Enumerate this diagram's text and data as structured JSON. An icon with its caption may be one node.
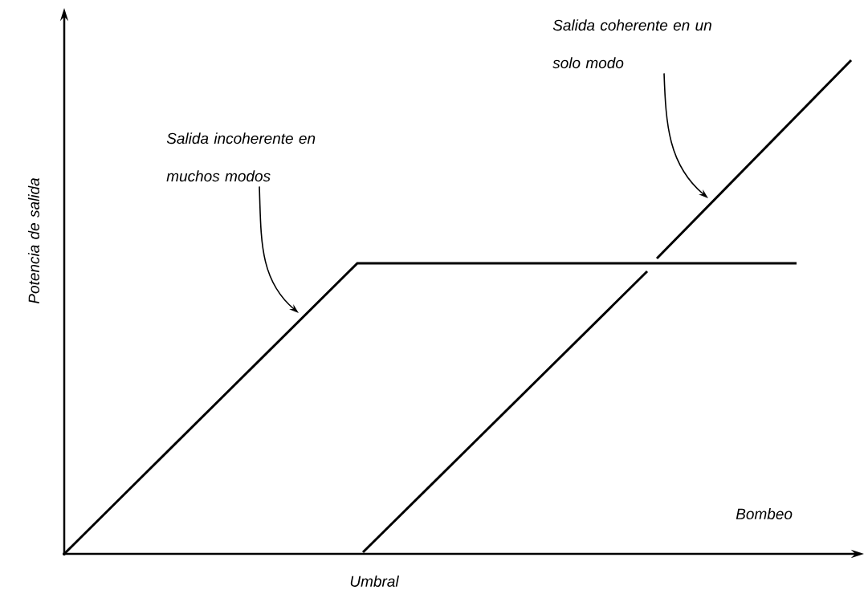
{
  "diagram": {
    "nodes": [
      {
        "text": [
          "Salida incoherente en muchos modos"
        ]
      },
      {
        "text": [
          "Salida coherente en un solo modo"
        ]
      }
    ],
    "edges": [
      {
        "from": 0,
        "to": null,
        "arrow": "to"
      },
      {
        "from": 1,
        "to": null,
        "arrow": "to"
      }
    ],
    "labels": [
      "Potencia de salida",
      "Bombeo",
      "Umbral"
    ]
  }
}
